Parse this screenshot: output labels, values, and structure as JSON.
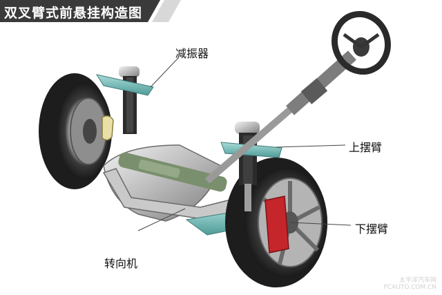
{
  "title": "双叉臂式前悬挂构造图",
  "labels": {
    "shock_absorber": "减振器",
    "upper_arm": "上摆臂",
    "lower_arm": "下摆臂",
    "steering_gear": "转向机"
  },
  "watermark": {
    "line1": "太平洋汽车网",
    "line2": "PCAUTO.COM.CN"
  },
  "colors": {
    "banner_dark": "#3a3a3a",
    "banner_stripe": "#d8d8d8",
    "suspension_arm": "#6fb7b4",
    "shock_spring": "#2b2b2b",
    "brake_caliper": "#c4262b",
    "steering_rack": "#7a8f6d"
  }
}
